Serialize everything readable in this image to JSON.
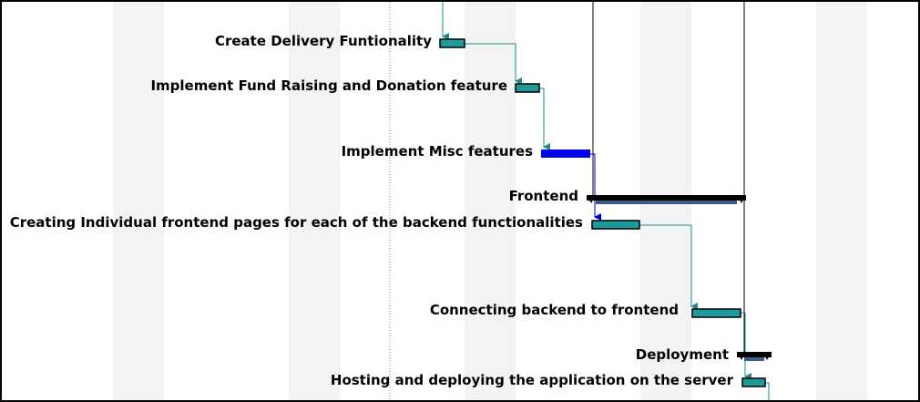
{
  "tasks": [
    {
      "id": "create-delivery",
      "label": "Create Delivery Funtionality",
      "kind": "task",
      "bar_color": "#1e9a9a"
    },
    {
      "id": "fund-raising",
      "label": "Implement Fund Raising and Donation feature",
      "kind": "task",
      "bar_color": "#1e9a9a"
    },
    {
      "id": "misc-features",
      "label": "Implement Misc features",
      "kind": "task-critical",
      "bar_color": "#0000ee"
    },
    {
      "id": "frontend",
      "label": "Frontend",
      "kind": "summary",
      "bar_color": "#000000"
    },
    {
      "id": "frontend-pages",
      "label": "Creating Individual frontend pages for each of the backend functionalities",
      "kind": "task",
      "bar_color": "#1e9a9a"
    },
    {
      "id": "connect-backend",
      "label": "Connecting backend to frontend",
      "kind": "task",
      "bar_color": "#1e9a9a"
    },
    {
      "id": "deployment",
      "label": "Deployment",
      "kind": "summary",
      "bar_color": "#000000"
    },
    {
      "id": "hosting",
      "label": "Hosting and deploying the application on the server",
      "kind": "task",
      "bar_color": "#1e9a9a"
    }
  ],
  "colors": {
    "task_bar": "#1e9a9a",
    "critical_bar": "#0000ee",
    "summary_bar": "#000000",
    "link_line": "#1e8a8a",
    "critical_link": "#0000cc",
    "weekend_shade": "#f3f3f3"
  }
}
